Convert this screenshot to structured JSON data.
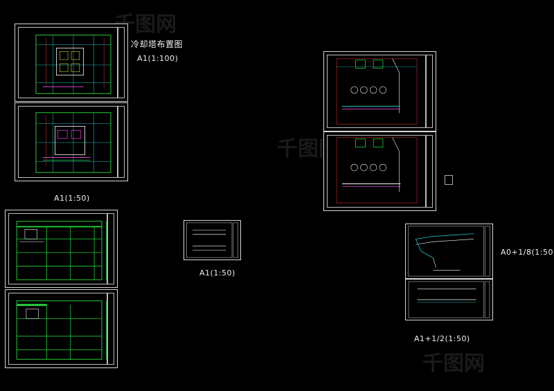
{
  "title": "冷却塔布置图",
  "labels": {
    "scale_a1_100": "A1(1:100)",
    "scale_a1_50_left": "A1(1:50)",
    "scale_a1_50_mid": "A1(1:50)",
    "scale_a0_18": "A0+1/8(1:50)",
    "scale_a1_12": "A1+1/2(1:50)"
  },
  "watermark": "千图网",
  "colors": {
    "background": "#000000",
    "frame": "#d8d8d8",
    "green": "#22d13a",
    "cyan": "#22c8c8",
    "magenta": "#d040d0",
    "yellow": "#d8d830",
    "red": "#d83030"
  }
}
